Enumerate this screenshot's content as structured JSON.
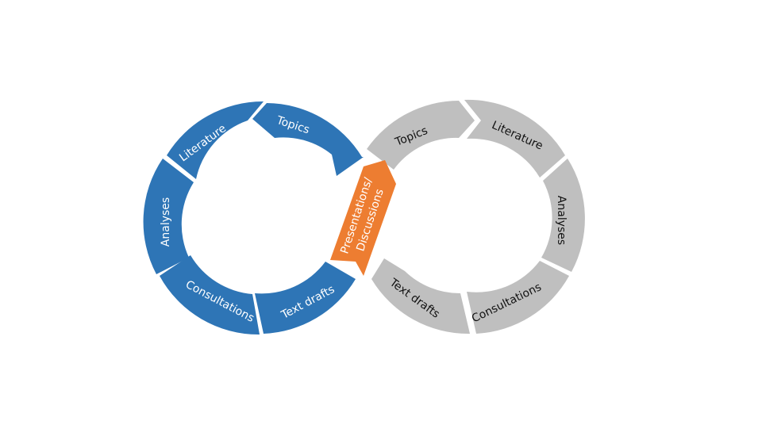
{
  "colors": {
    "left_loop": "#2e75b6",
    "right_loop": "#bfbfbf",
    "bridge": "#ed7d31",
    "background": "#ffffff"
  },
  "left_loop": {
    "labels": {
      "topics": "Topics",
      "literature": "Literature",
      "analyses": "Analyses",
      "consultations": "Consultations",
      "text_drafts": "Text drafts"
    }
  },
  "right_loop": {
    "labels": {
      "topics": "Topics",
      "literature": "Literature",
      "analyses": "Analyses",
      "consultations": "Consultations",
      "text_drafts": "Text drafts"
    }
  },
  "bridge": {
    "line1": "Presentations/",
    "line2": "Discussions"
  }
}
